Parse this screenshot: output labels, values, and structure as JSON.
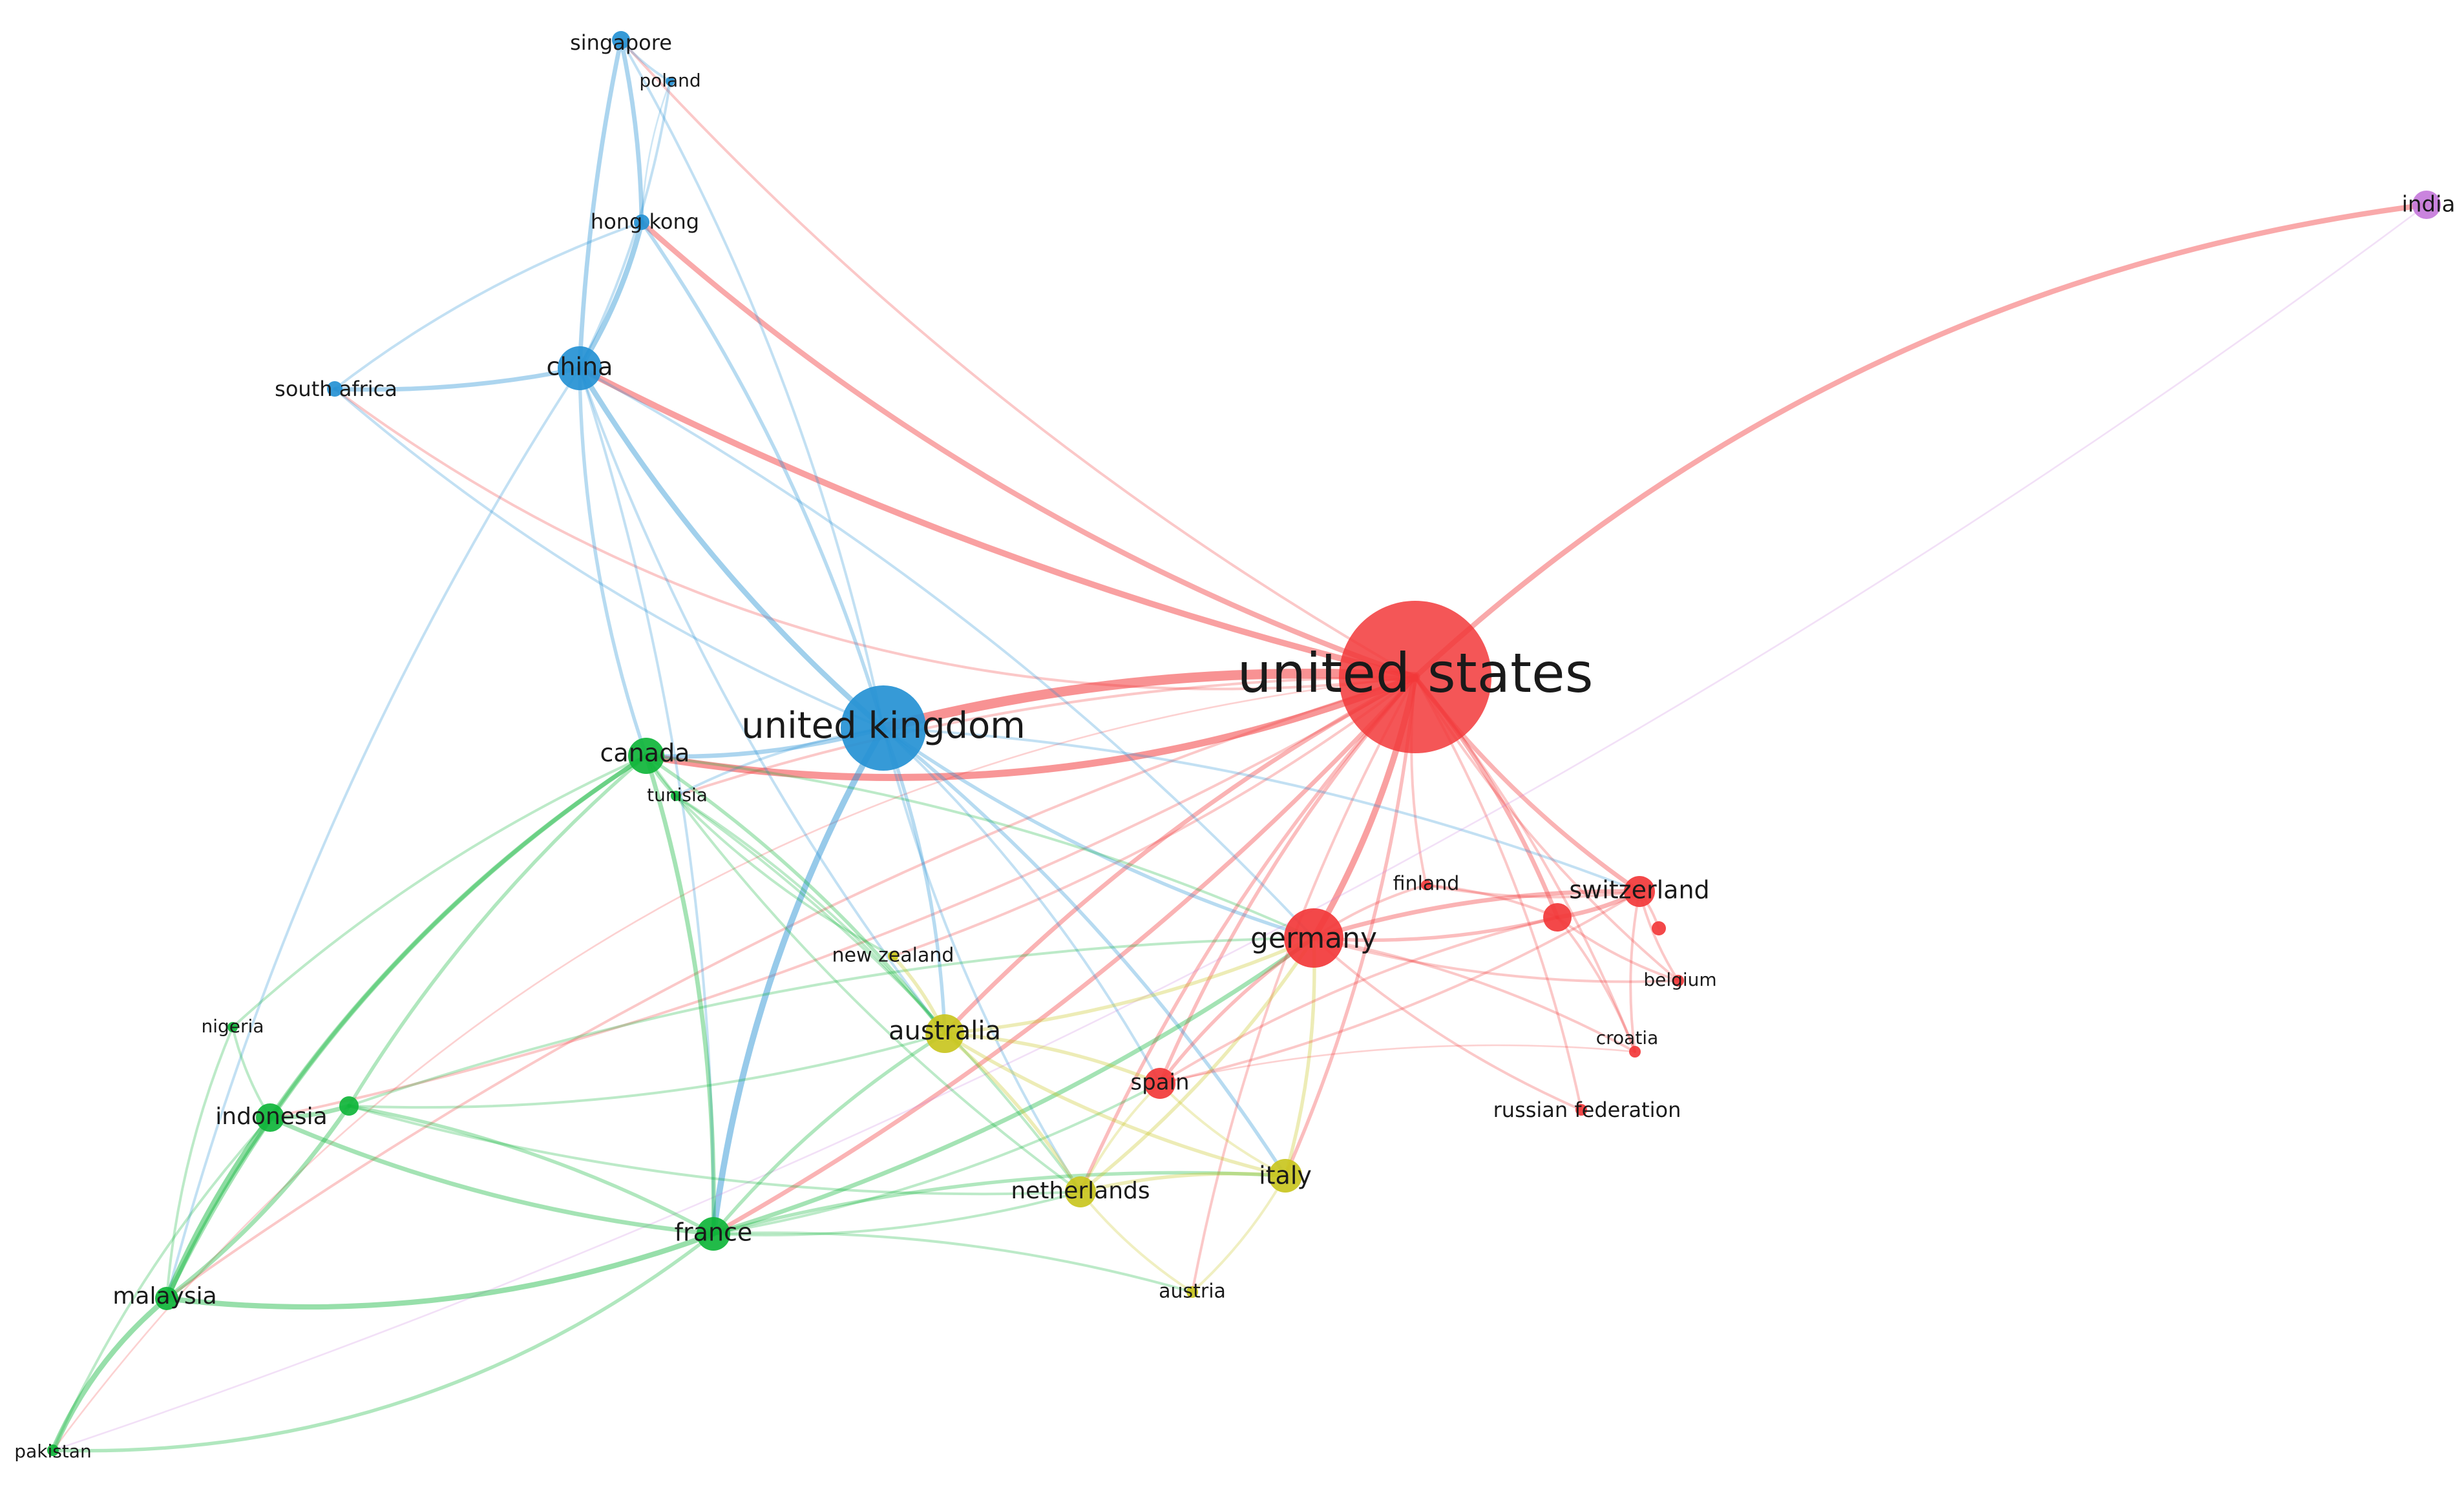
{
  "colors": {
    "red": "#f2383a",
    "blue": "#2591d4",
    "green": "#0fb53a",
    "yellow": "#c9c520",
    "purple": "#c57adb"
  },
  "nodes": [
    {
      "id": "united-states",
      "label": "united states",
      "cluster": "red",
      "weight": 100
    },
    {
      "id": "united-kingdom",
      "label": "united kingdom",
      "cluster": "blue",
      "weight": 28
    },
    {
      "id": "china",
      "label": "china",
      "cluster": "blue",
      "weight": 10
    },
    {
      "id": "singapore",
      "label": "singapore",
      "cluster": "blue",
      "weight": 3
    },
    {
      "id": "poland",
      "label": "poland",
      "cluster": "blue",
      "weight": 1
    },
    {
      "id": "hong-kong",
      "label": "hong kong",
      "cluster": "blue",
      "weight": 2
    },
    {
      "id": "south-africa",
      "label": "south africa",
      "cluster": "blue",
      "weight": 2
    },
    {
      "id": "india",
      "label": "india",
      "cluster": "purple",
      "weight": 3
    },
    {
      "id": "canada",
      "label": "canada",
      "cluster": "green",
      "weight": 6
    },
    {
      "id": "tunisia",
      "label": "tunisia",
      "cluster": "green",
      "weight": 1
    },
    {
      "id": "nigeria",
      "label": "nigeria",
      "cluster": "green",
      "weight": 1
    },
    {
      "id": "indonesia",
      "label": "indonesia",
      "cluster": "green",
      "weight": 4
    },
    {
      "id": "malaysia",
      "label": "malaysia",
      "cluster": "green",
      "weight": 3
    },
    {
      "id": "pakistan",
      "label": "pakistan",
      "cluster": "green",
      "weight": 1
    },
    {
      "id": "france",
      "label": "france",
      "cluster": "green",
      "weight": 5
    },
    {
      "id": "unlabeled-green",
      "label": "",
      "cluster": "green",
      "weight": 2
    },
    {
      "id": "new-zealand",
      "label": "new zealand",
      "cluster": "yellow",
      "weight": 1
    },
    {
      "id": "australia",
      "label": "australia",
      "cluster": "yellow",
      "weight": 7
    },
    {
      "id": "netherlands",
      "label": "netherlands",
      "cluster": "yellow",
      "weight": 5
    },
    {
      "id": "italy",
      "label": "italy",
      "cluster": "yellow",
      "weight": 5
    },
    {
      "id": "austria",
      "label": "austria",
      "cluster": "yellow",
      "weight": 1
    },
    {
      "id": "germany",
      "label": "germany",
      "cluster": "red",
      "weight": 14
    },
    {
      "id": "spain",
      "label": "spain",
      "cluster": "red",
      "weight": 5
    },
    {
      "id": "finland",
      "label": "finland",
      "cluster": "red",
      "weight": 1
    },
    {
      "id": "switzerland",
      "label": "switzerland",
      "cluster": "red",
      "weight": 5
    },
    {
      "id": "unlabeled-red",
      "label": "",
      "cluster": "red",
      "weight": 4
    },
    {
      "id": "belgium",
      "label": "belgium",
      "cluster": "red",
      "weight": 1
    },
    {
      "id": "croatia",
      "label": "croatia",
      "cluster": "red",
      "weight": 1
    },
    {
      "id": "russian-federation",
      "label": "russian federation",
      "cluster": "red",
      "weight": 1
    },
    {
      "id": "unlabeled-red-small",
      "label": "",
      "cluster": "red",
      "weight": 1
    }
  ],
  "links": [
    [
      "united-states",
      "united-kingdom",
      10
    ],
    [
      "united-states",
      "china",
      6
    ],
    [
      "united-states",
      "hong-kong",
      5
    ],
    [
      "united-states",
      "india",
      5
    ],
    [
      "united-states",
      "canada",
      7
    ],
    [
      "united-states",
      "germany",
      6
    ],
    [
      "united-states",
      "switzerland",
      4
    ],
    [
      "united-states",
      "unlabeled-red",
      4
    ],
    [
      "united-states",
      "australia",
      4
    ],
    [
      "united-states",
      "france",
      4
    ],
    [
      "united-states",
      "spain",
      3
    ],
    [
      "united-states",
      "italy",
      3
    ],
    [
      "united-states",
      "netherlands",
      3
    ],
    [
      "united-states",
      "singapore",
      2
    ],
    [
      "united-states",
      "finland",
      2
    ],
    [
      "united-states",
      "croatia",
      2
    ],
    [
      "united-states",
      "belgium",
      2
    ],
    [
      "united-states",
      "russian-federation",
      2
    ],
    [
      "united-states",
      "malaysia",
      2
    ],
    [
      "united-states",
      "indonesia",
      2
    ],
    [
      "united-states",
      "tunisia",
      2
    ],
    [
      "united-states",
      "new-zealand",
      2
    ],
    [
      "united-states",
      "austria",
      2
    ],
    [
      "united-states",
      "south-africa",
      2
    ],
    [
      "united-states",
      "pakistan",
      1
    ],
    [
      "united-kingdom",
      "china",
      5
    ],
    [
      "united-kingdom",
      "hong-kong",
      3
    ],
    [
      "united-kingdom",
      "canada",
      4
    ],
    [
      "united-kingdom",
      "france",
      6
    ],
    [
      "united-kingdom",
      "australia",
      3
    ],
    [
      "united-kingdom",
      "germany",
      3
    ],
    [
      "united-kingdom",
      "italy",
      3
    ],
    [
      "united-kingdom",
      "netherlands",
      2
    ],
    [
      "united-kingdom",
      "spain",
      2
    ],
    [
      "united-kingdom",
      "tunisia",
      2
    ],
    [
      "united-kingdom",
      "switzerland",
      2
    ],
    [
      "united-kingdom",
      "singapore",
      2
    ],
    [
      "united-kingdom",
      "south-africa",
      2
    ],
    [
      "china",
      "hong-kong",
      5
    ],
    [
      "china",
      "singapore",
      4
    ],
    [
      "china",
      "poland",
      2
    ],
    [
      "china",
      "south-africa",
      4
    ],
    [
      "china",
      "canada",
      3
    ],
    [
      "china",
      "france",
      2
    ],
    [
      "china",
      "malaysia",
      2
    ],
    [
      "china",
      "germany",
      2
    ],
    [
      "china",
      "australia",
      2
    ],
    [
      "hong-kong",
      "singapore",
      4
    ],
    [
      "hong-kong",
      "south-africa",
      2
    ],
    [
      "hong-kong",
      "poland",
      1
    ],
    [
      "singapore",
      "poland",
      2
    ],
    [
      "india",
      "pakistan",
      1
    ],
    [
      "canada",
      "tunisia",
      3
    ],
    [
      "canada",
      "france",
      4
    ],
    [
      "canada",
      "indonesia",
      4
    ],
    [
      "canada",
      "malaysia",
      4
    ],
    [
      "canada",
      "nigeria",
      2
    ],
    [
      "canada",
      "australia",
      3
    ],
    [
      "canada",
      "netherlands",
      2
    ],
    [
      "canada",
      "germany",
      2
    ],
    [
      "canada",
      "unlabeled-green",
      3
    ],
    [
      "france",
      "indonesia",
      4
    ],
    [
      "france",
      "malaysia",
      5
    ],
    [
      "france",
      "pakistan",
      3
    ],
    [
      "france",
      "unlabeled-green",
      3
    ],
    [
      "france",
      "australia",
      3
    ],
    [
      "france",
      "netherlands",
      2
    ],
    [
      "france",
      "italy",
      3
    ],
    [
      "france",
      "germany",
      4
    ],
    [
      "france",
      "austria",
      2
    ],
    [
      "france",
      "spain",
      2
    ],
    [
      "indonesia",
      "malaysia",
      6
    ],
    [
      "indonesia",
      "unlabeled-green",
      4
    ],
    [
      "indonesia",
      "nigeria",
      2
    ],
    [
      "indonesia",
      "pakistan",
      2
    ],
    [
      "malaysia",
      "pakistan",
      5
    ],
    [
      "malaysia",
      "unlabeled-green",
      4
    ],
    [
      "malaysia",
      "nigeria",
      2
    ],
    [
      "unlabeled-green",
      "australia",
      2
    ],
    [
      "unlabeled-green",
      "germany",
      2
    ],
    [
      "unlabeled-green",
      "netherlands",
      2
    ],
    [
      "tunisia",
      "australia",
      2
    ],
    [
      "tunisia",
      "new-zealand",
      2
    ],
    [
      "tunisia",
      "netherlands",
      2
    ],
    [
      "australia",
      "new-zealand",
      3
    ],
    [
      "australia",
      "netherlands",
      3
    ],
    [
      "australia",
      "italy",
      3
    ],
    [
      "australia",
      "spain",
      3
    ],
    [
      "australia",
      "germany",
      3
    ],
    [
      "netherlands",
      "italy",
      3
    ],
    [
      "netherlands",
      "austria",
      2
    ],
    [
      "netherlands",
      "spain",
      2
    ],
    [
      "netherlands",
      "germany",
      3
    ],
    [
      "italy",
      "austria",
      2
    ],
    [
      "italy",
      "germany",
      3
    ],
    [
      "italy",
      "spain",
      2
    ],
    [
      "germany",
      "spain",
      3
    ],
    [
      "germany",
      "switzerland",
      4
    ],
    [
      "germany",
      "unlabeled-red",
      3
    ],
    [
      "germany",
      "finland",
      2
    ],
    [
      "germany",
      "belgium",
      2
    ],
    [
      "germany",
      "croatia",
      2
    ],
    [
      "germany",
      "russian-federation",
      2
    ],
    [
      "switzerland",
      "unlabeled-red",
      4
    ],
    [
      "switzerland",
      "belgium",
      2
    ],
    [
      "switzerland",
      "finland",
      2
    ],
    [
      "switzerland",
      "croatia",
      2
    ],
    [
      "switzerland",
      "unlabeled-red-small",
      2
    ],
    [
      "unlabeled-red",
      "finland",
      2
    ],
    [
      "unlabeled-red",
      "croatia",
      2
    ],
    [
      "unlabeled-red",
      "belgium",
      2
    ],
    [
      "spain",
      "unlabeled-red",
      2
    ],
    [
      "spain",
      "switzerland",
      2
    ],
    [
      "spain",
      "croatia",
      1
    ]
  ]
}
